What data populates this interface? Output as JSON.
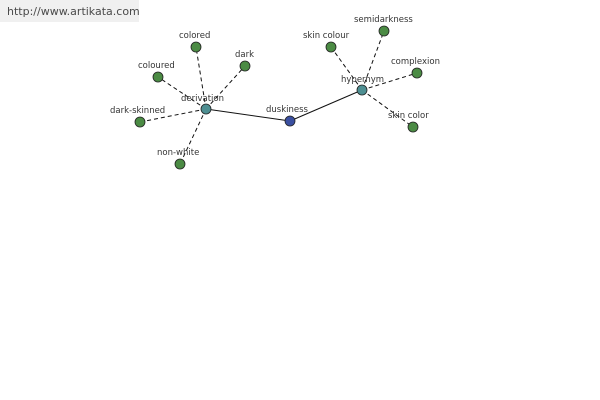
{
  "watermark": {
    "url": "http://www.artikata.com"
  },
  "colors": {
    "center_node": "#3a4fa0",
    "relation_node": "#4e8f92",
    "leaf_node": "#4b8b44",
    "edge": "#111111"
  },
  "graph": {
    "center": {
      "id": "duskiness",
      "label": "duskiness"
    },
    "relations": [
      {
        "id": "derivation",
        "label": "derivation",
        "terms": [
          "colored",
          "dark",
          "coloured",
          "dark-skinned",
          "non-white"
        ]
      },
      {
        "id": "hypernym",
        "label": "hypernym",
        "terms": [
          "skin colour",
          "semidarkness",
          "complexion",
          "skin color"
        ]
      }
    ]
  }
}
